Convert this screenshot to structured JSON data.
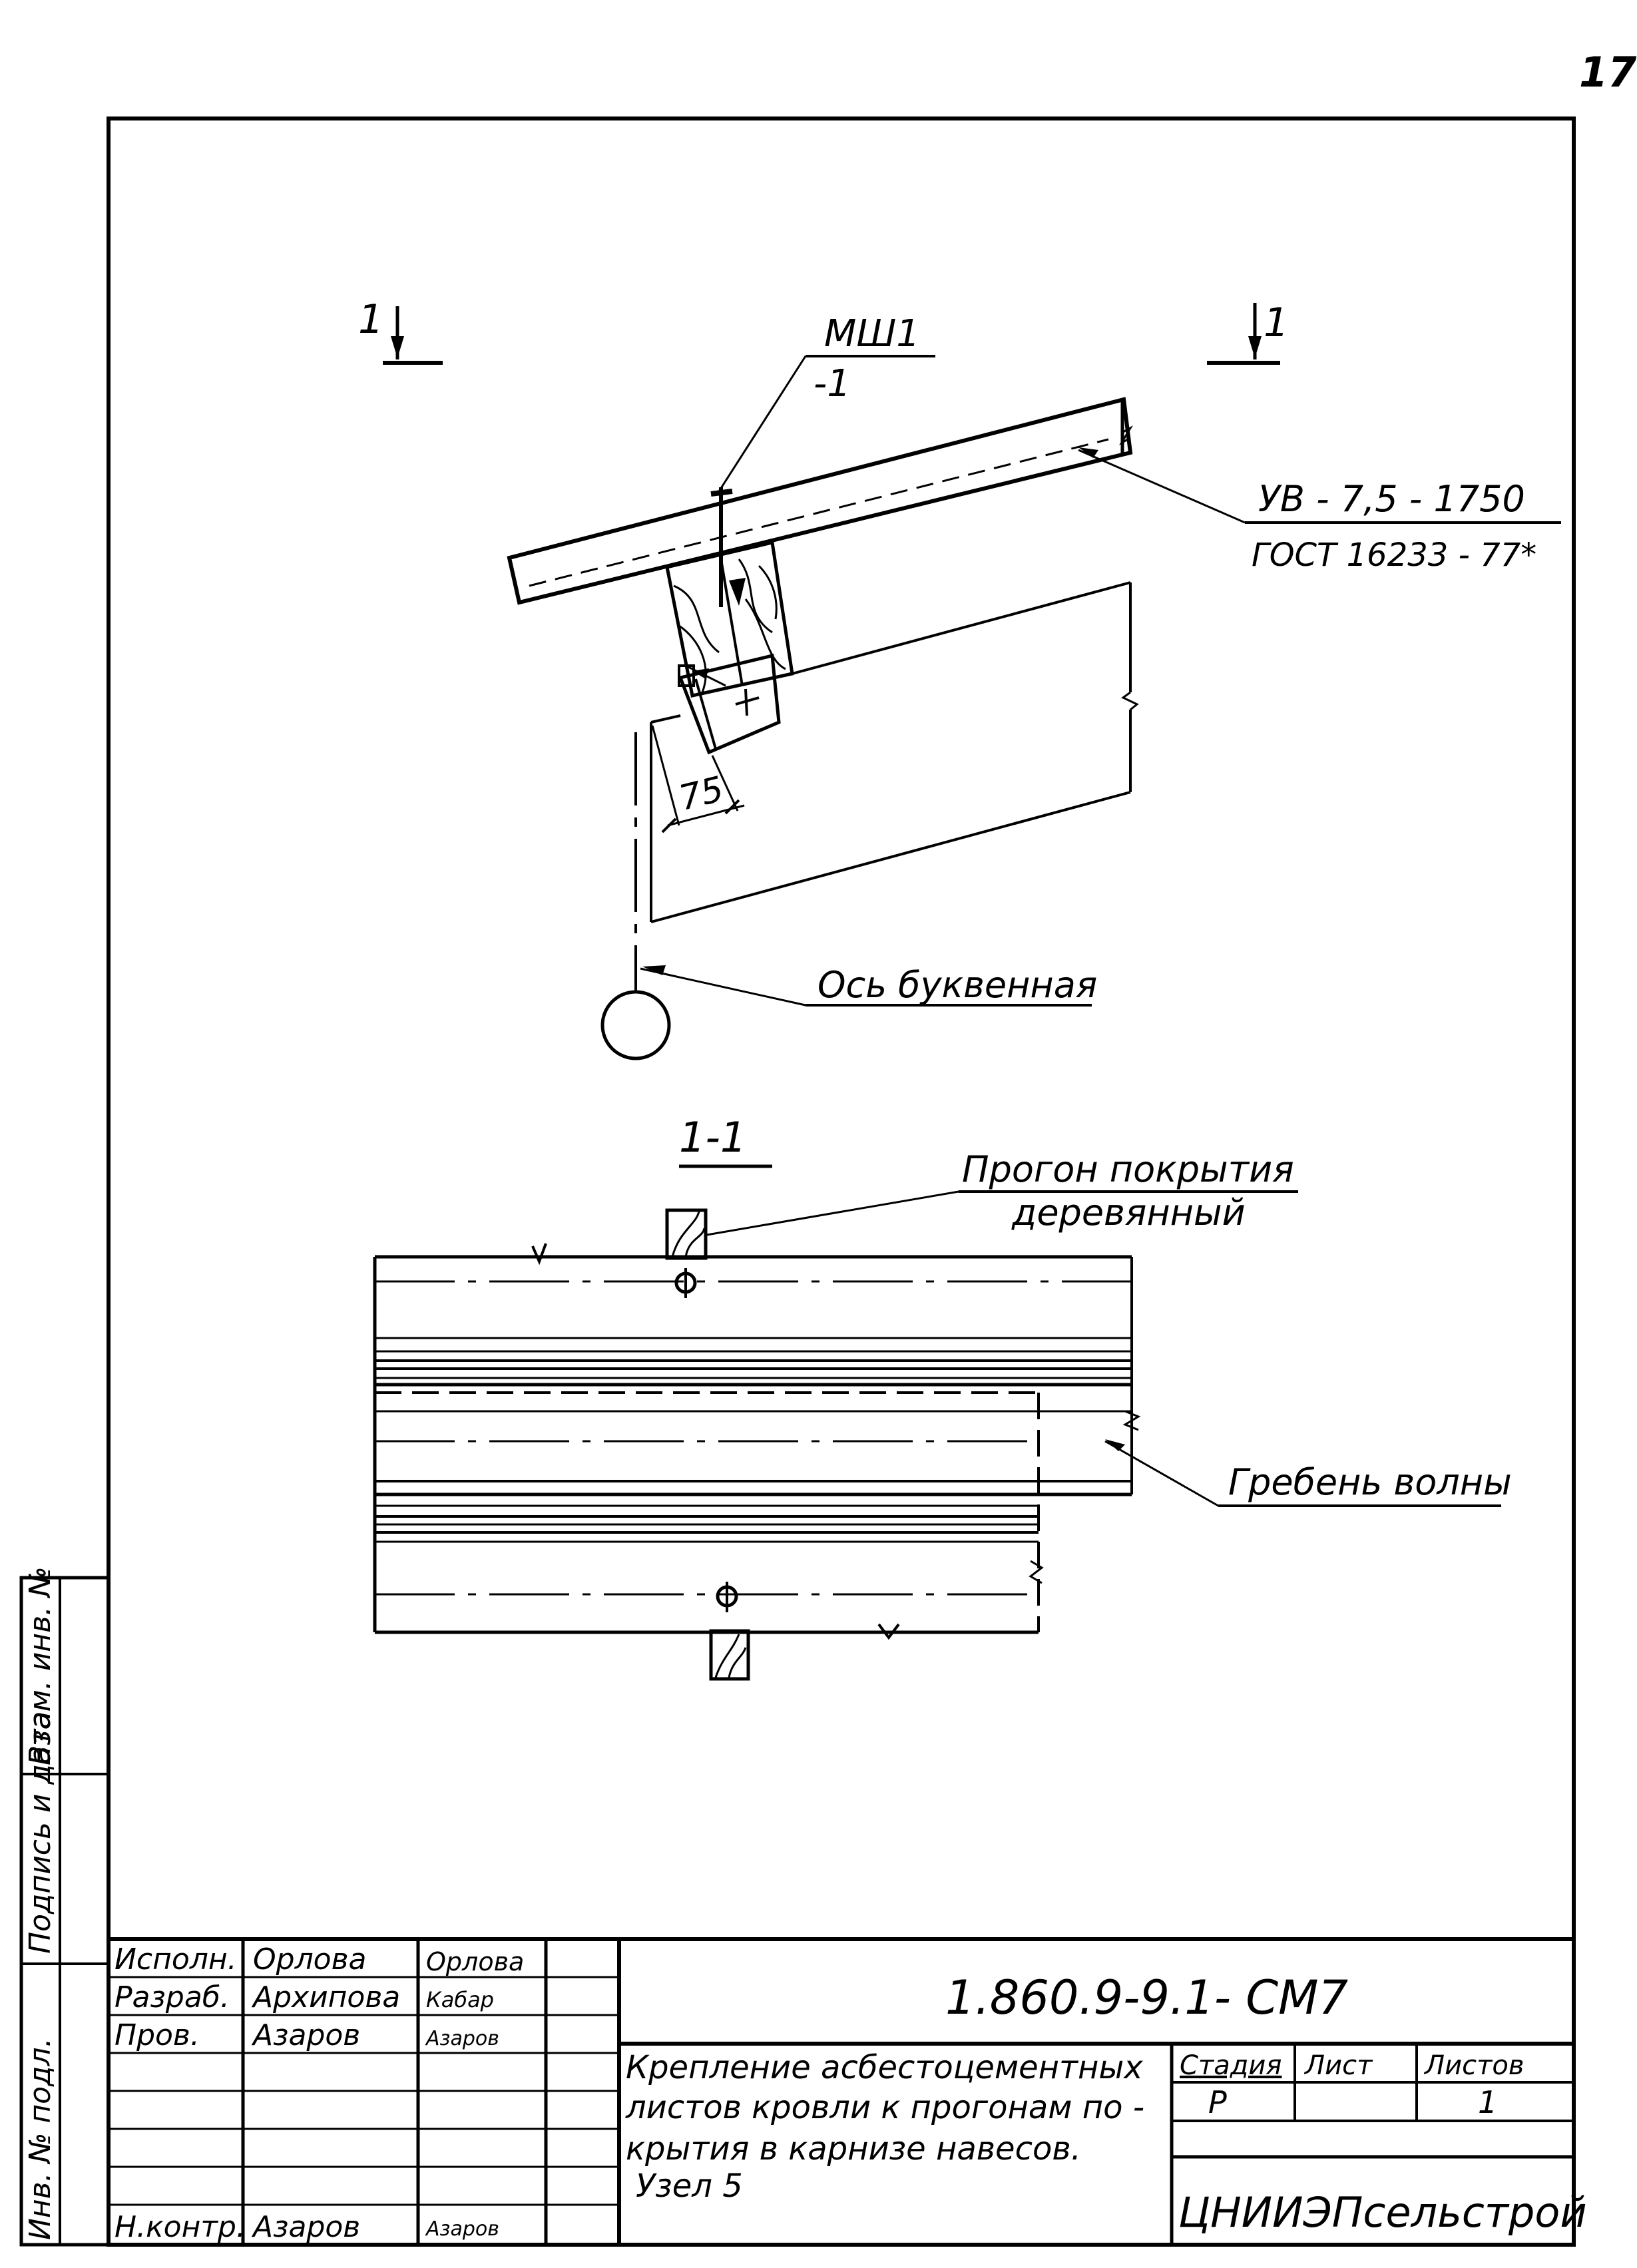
{
  "page_number": "17",
  "section_marks": {
    "left": "1",
    "right": "1"
  },
  "labels": {
    "mark_top": "МШ1",
    "mark_bottom": "-1",
    "sheet_line1": "УВ - 7,5 - 1750",
    "sheet_line2": "ГОСТ 16233 - 77*",
    "dimension": "75",
    "axis": "Ось буквенная",
    "section_title": "1-1",
    "purlin_line1": "Прогон покрытия",
    "purlin_line2": "деревянный",
    "crest": "Гребень волны"
  },
  "side_stamp": {
    "field1": "Инв. № подл.",
    "field2": "Подпись и дата",
    "field3": "Взам. инв. №"
  },
  "title_block": {
    "roles": [
      "Исполн.",
      "Разраб.",
      "Пров.",
      "",
      "",
      "",
      "",
      "Н.контр."
    ],
    "names": [
      "Орлова",
      "Архипова",
      "Азаров",
      "",
      "",
      "",
      "",
      "Азаров"
    ],
    "signatures": [
      "Орлова",
      "Кабар",
      "Азаров",
      "",
      "",
      "",
      "",
      "Азаров"
    ],
    "code": "1.860.9-9.1- СМ7",
    "description": [
      "Крепление асбестоцементных",
      "листов кровли к прогонам по -",
      "крытия в карнизе навесов.",
      "Узел 5"
    ],
    "stage_label": "Стадия",
    "sheet_label": "Лист",
    "sheets_label": "Листов",
    "stage_value": "Р",
    "sheet_value": "",
    "sheets_value": "1",
    "organization": "ЦНИИЭПсельстрой"
  }
}
